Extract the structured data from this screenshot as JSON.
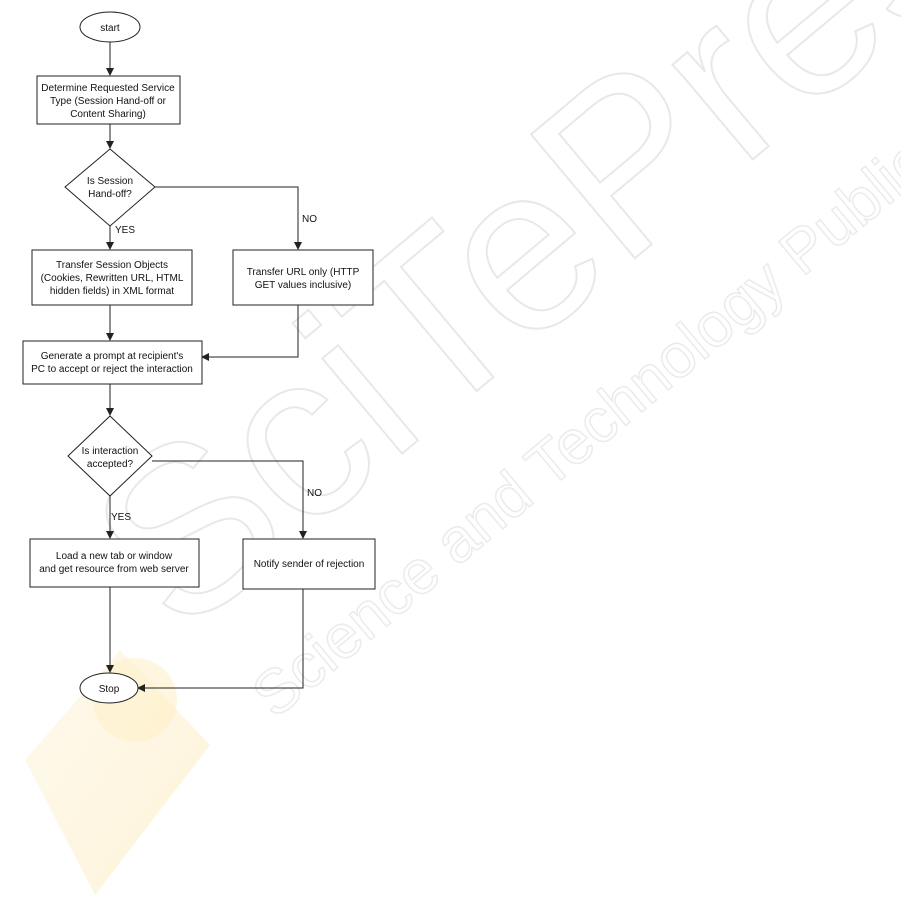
{
  "watermark": {
    "brand": "SciTePress",
    "subtitle": "Science and Technology Publications"
  },
  "nodes": {
    "start": [
      "start"
    ],
    "determine": [
      "Determine Requested Service",
      "Type (Session Hand-off or",
      "Content Sharing)"
    ],
    "is_session": [
      "Is Session",
      "Hand-off?"
    ],
    "transfer_objects": [
      "Transfer Session Objects",
      "(Cookies, Rewritten URL, HTML",
      "hidden fields) in XML format"
    ],
    "transfer_url": [
      "Transfer URL only (HTTP",
      "GET values inclusive)"
    ],
    "prompt": [
      "Generate a prompt at recipient's",
      "PC to accept or reject the interaction"
    ],
    "is_accepted": [
      "Is interaction",
      "accepted?"
    ],
    "load_tab": [
      "Load a new tab or window",
      "and get resource from web server"
    ],
    "notify": [
      "Notify sender of rejection"
    ],
    "stop": [
      "Stop"
    ]
  },
  "edge_labels": {
    "yes1": "YES",
    "no1": "NO",
    "yes2": "YES",
    "no2": "NO"
  }
}
